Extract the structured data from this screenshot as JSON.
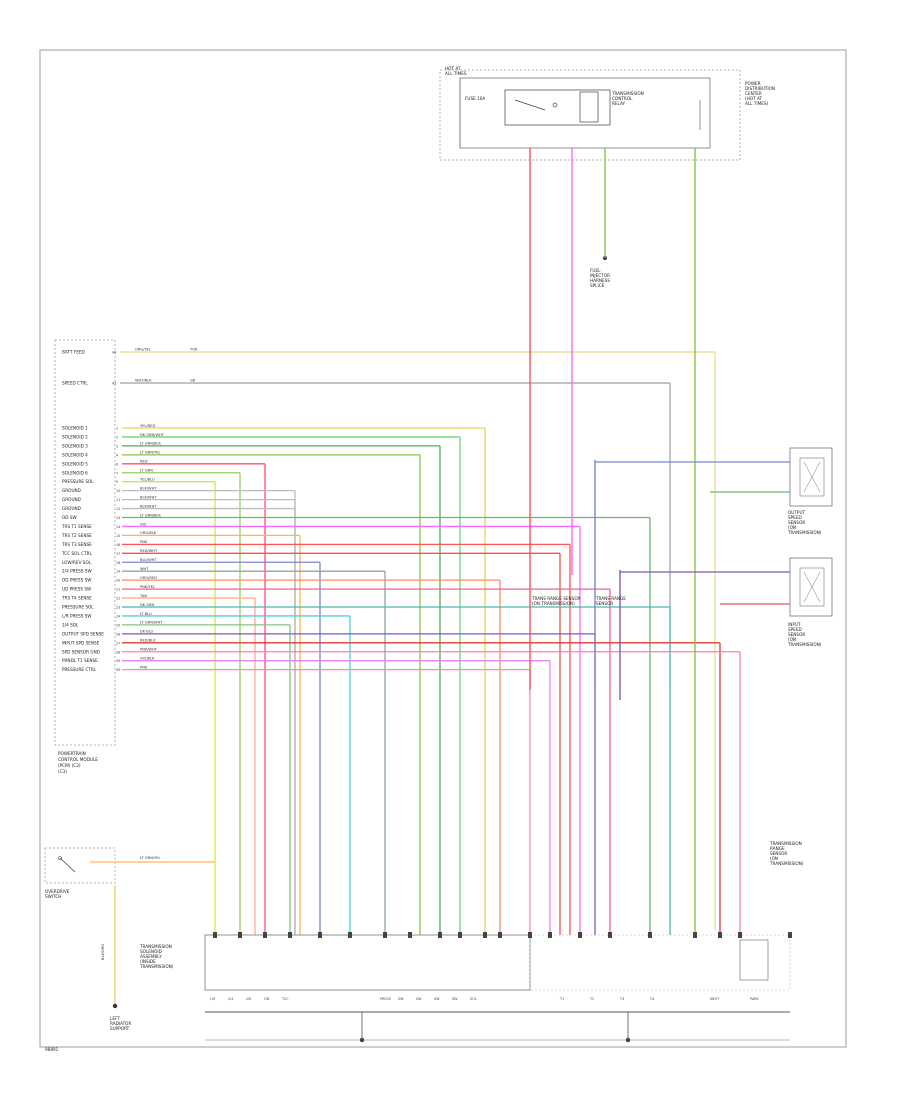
{
  "diagram_id": "98891",
  "modules": {
    "pcm": {
      "title": [
        "POWERTRAIN",
        "CONTROL MODULE",
        "(PCM) (C2)",
        "(C3)"
      ],
      "upper_pins": [
        {
          "pin": "44",
          "label": "BATT FEED",
          "color": "#e6d88a",
          "wire": "ORG/YEL",
          "w2": "TOK"
        },
        {
          "pin": "45",
          "label": "SPEED CTRL",
          "color": "#90a4ae",
          "wire": "WHT/BLK",
          "w2": "GR"
        }
      ],
      "pins": [
        {
          "label": "SOLENOID 1",
          "num": "1",
          "color": "#e6d35a",
          "wire": "YEL/RED"
        },
        {
          "label": "SOLENOID 2",
          "num": "2",
          "color": "#6fd67a",
          "wire": "DK GRN/WHT"
        },
        {
          "label": "SOLENOID 3",
          "num": "3",
          "color": "#4caf50",
          "wire": "LT GRN/BLK"
        },
        {
          "label": "SOLENOID 4",
          "num": "4",
          "color": "#8bc34a",
          "wire": "LT GRN/YEL"
        },
        {
          "label": "SOLENOID 5",
          "num": "6",
          "color": "#ff4d6d",
          "wire": "RED"
        },
        {
          "label": "SOLENOID 6",
          "num": "7",
          "color": "#9ccc65",
          "wire": "LT GRN"
        },
        {
          "label": "PRESSURE SOL",
          "num": "9",
          "color": "#d4e157",
          "wire": "YEL/BLU"
        },
        {
          "label": "GROUND",
          "num": "10",
          "color": "#bdbdbd",
          "wire": "BLK/WHT"
        },
        {
          "label": "GROUND",
          "num": "11",
          "color": "#bdbdbd",
          "wire": "BLK/WHT"
        },
        {
          "label": "GROUND",
          "num": "12",
          "color": "#bdbdbd",
          "wire": "BLK/WHT"
        },
        {
          "label": "OD SW",
          "num": "13",
          "color": "#66bb6a",
          "wire": "LT GRN/BLK"
        },
        {
          "label": "TRS T1 SENSE",
          "num": "14",
          "color": "#ff66ff",
          "wire": "VIO"
        },
        {
          "label": "TRS T2 SENSE",
          "num": "15",
          "color": "#ffb74d",
          "wire": "ORG/BLK"
        },
        {
          "label": "TRS T3 SENSE",
          "num": "16",
          "color": "#ff5252",
          "wire": "PNK"
        },
        {
          "label": "TCC SOL CTRL",
          "num": "17",
          "color": "#ef5350",
          "wire": "RED/WHT"
        },
        {
          "label": "LOW/REV SOL",
          "num": "18",
          "color": "#7986cb",
          "wire": "BLU/WHT"
        },
        {
          "label": "2/4 PRESS SW",
          "num": "19",
          "color": "#90a4ae",
          "wire": "WHT"
        },
        {
          "label": "OD PRESS SW",
          "num": "20",
          "color": "#ff8a65",
          "wire": "ORG/RED"
        },
        {
          "label": "UD PRESS SW",
          "num": "21",
          "color": "#f06292",
          "wire": "PNK/YEL"
        },
        {
          "label": "TRS T4 SENSE",
          "num": "22",
          "color": "#ffab91",
          "wire": "TAN"
        },
        {
          "label": "PRESSURE SOL",
          "num": "23",
          "color": "#4db6ac",
          "wire": "DK GRN"
        },
        {
          "label": "L/R PRESS SW",
          "num": "24",
          "color": "#4dd0e1",
          "wire": "LT BLU"
        },
        {
          "label": "2/4 SOL",
          "num": "25",
          "color": "#81c784",
          "wire": "LT GRN/WHT"
        },
        {
          "label": "OUTPUT SPD SENSE",
          "num": "26",
          "color": "#7e57c2",
          "wire": "DK BLU"
        },
        {
          "label": "INPUT SPD SENSE",
          "num": "27",
          "color": "#e53935",
          "wire": "RED/BLK"
        },
        {
          "label": "SPD SENSOR GND",
          "num": "28",
          "color": "#ff80ab",
          "wire": "PNK/WHT"
        },
        {
          "label": "PRNDL T1 SENSE",
          "num": "29",
          "color": "#ea80fc",
          "wire": "VIO/BLK"
        },
        {
          "label": "PRESSURE CTRL",
          "num": "30",
          "color": "#f48fb1",
          "wire": "PNK"
        }
      ]
    },
    "relay": {
      "title": [
        "TRANSMISSION",
        "CONTROL",
        "RELAY"
      ],
      "sub": [
        "HOT AT",
        "ALL TIMES"
      ],
      "fuse": "FUSE 10A"
    },
    "pdc": {
      "title": [
        "POWER",
        "DISTRIBUTION",
        "CENTER",
        "(HOT AT",
        "ALL TIMES)"
      ]
    },
    "splice": {
      "label": [
        "FUEL",
        "INJECTOR",
        "HARNESS",
        "SPLICE"
      ]
    },
    "sensor_top": {
      "label": [
        "OUTPUT",
        "SPEED",
        "SENSOR",
        "(ON",
        "TRANSMISSION)"
      ]
    },
    "sensor_bottom": {
      "label": [
        "INPUT",
        "SPEED",
        "SENSOR",
        "(ON",
        "TRANSMISSION)"
      ]
    },
    "trans_module": {
      "label": [
        "TRANSMISSION",
        "SOLENOID",
        "ASSEMBLY",
        "(INSIDE",
        "TRANSMISSION)"
      ]
    },
    "od_switch": {
      "label": [
        "OVERDRIVE",
        "SWITCH"
      ],
      "wire": "LT GRN/YEL"
    },
    "ground": {
      "label": [
        "LEFT",
        "RADIATOR",
        "SUPPORT"
      ],
      "wire": "BLK/ORG"
    },
    "pressure_sensor": {
      "label": [
        "TRANSMISSION",
        "RANGE",
        "SENSOR",
        "(ON",
        "TRANSMISSION)"
      ]
    },
    "bottom_labels": [
      "L/R",
      "2/4",
      "UD",
      "OD",
      "TCC",
      "PRESS",
      "SW",
      "SW",
      "SW",
      "SW",
      "SOL",
      "T1",
      "T2",
      "T3",
      "T4",
      "NEUT",
      "PARK"
    ],
    "side_labels": {
      "tap_a": [
        "TRANS RANGE SENSOR",
        "(ON TRANSMISSION)"
      ],
      "tap_b": [
        "TRANS RANGE",
        "SENSOR"
      ]
    }
  },
  "colors": {
    "border": "#9e9e9e",
    "ground_bus": "#555555"
  }
}
